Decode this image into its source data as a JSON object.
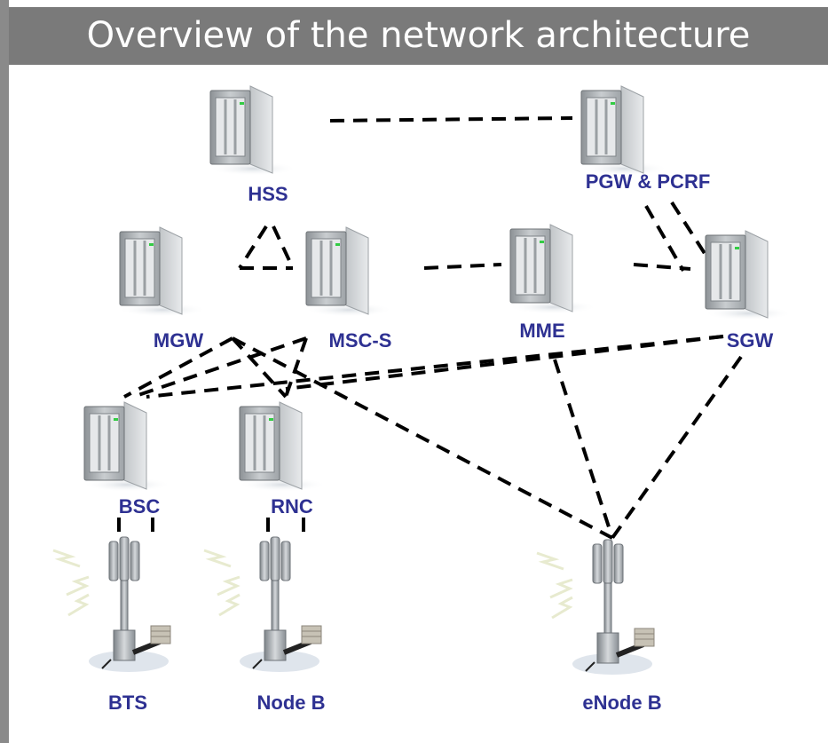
{
  "title": "Overview of the network architecture",
  "colors": {
    "title_bg": "#7a7a7a",
    "title_text": "#ffffff",
    "label": "#2e3192",
    "link": "#000000",
    "server_body": "#b8bcc0",
    "tower": "#9aa0a6"
  },
  "icons": {
    "server": "server-icon",
    "tower": "cell-tower-icon"
  },
  "nodes": {
    "hss": "HSS",
    "pgw_pcrf": "PGW & PCRF",
    "mgw": "MGW",
    "msc_s": "MSC-S",
    "mme": "MME",
    "sgw": "SGW",
    "bsc": "BSC",
    "rnc": "RNC",
    "bts": "BTS",
    "node_b": "Node B",
    "enode_b": "eNode B"
  }
}
